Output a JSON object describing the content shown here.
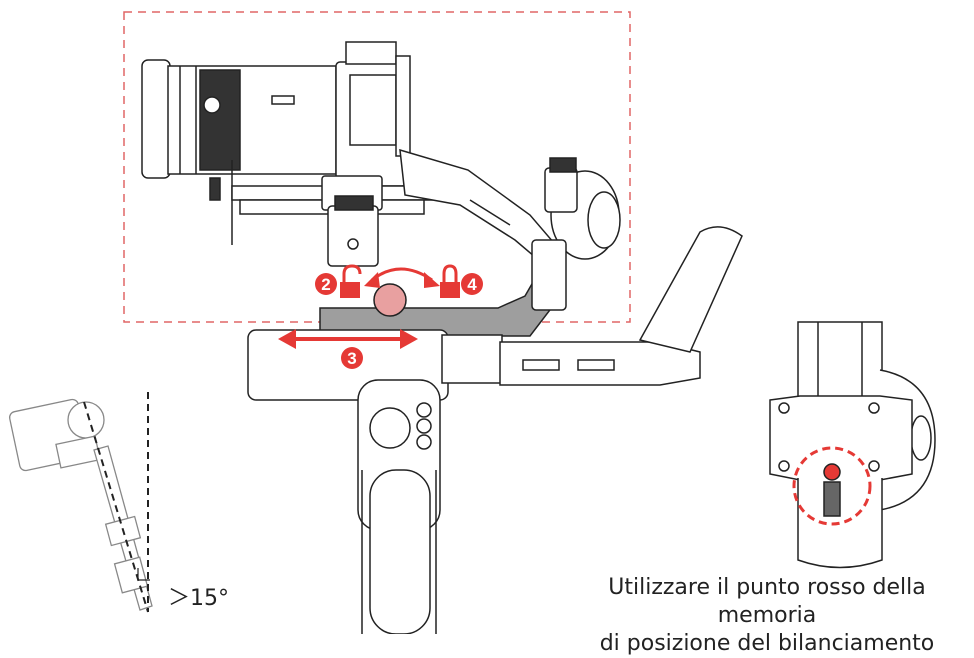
{
  "steps": {
    "unlock_number": "2",
    "slide_number": "3",
    "lock_number": "4"
  },
  "angle_label": "＞15°",
  "caption": {
    "line1": "Utilizzare il punto rosso della memoria",
    "line2": "di posizione del bilanciamento"
  },
  "colors": {
    "accent_red": "#e53935",
    "dashed_frame": "#e06666",
    "line_art": "#222222"
  },
  "icons": [
    "unlock-icon",
    "lock-icon",
    "double-arrow-curved",
    "double-arrow-horizontal"
  ]
}
